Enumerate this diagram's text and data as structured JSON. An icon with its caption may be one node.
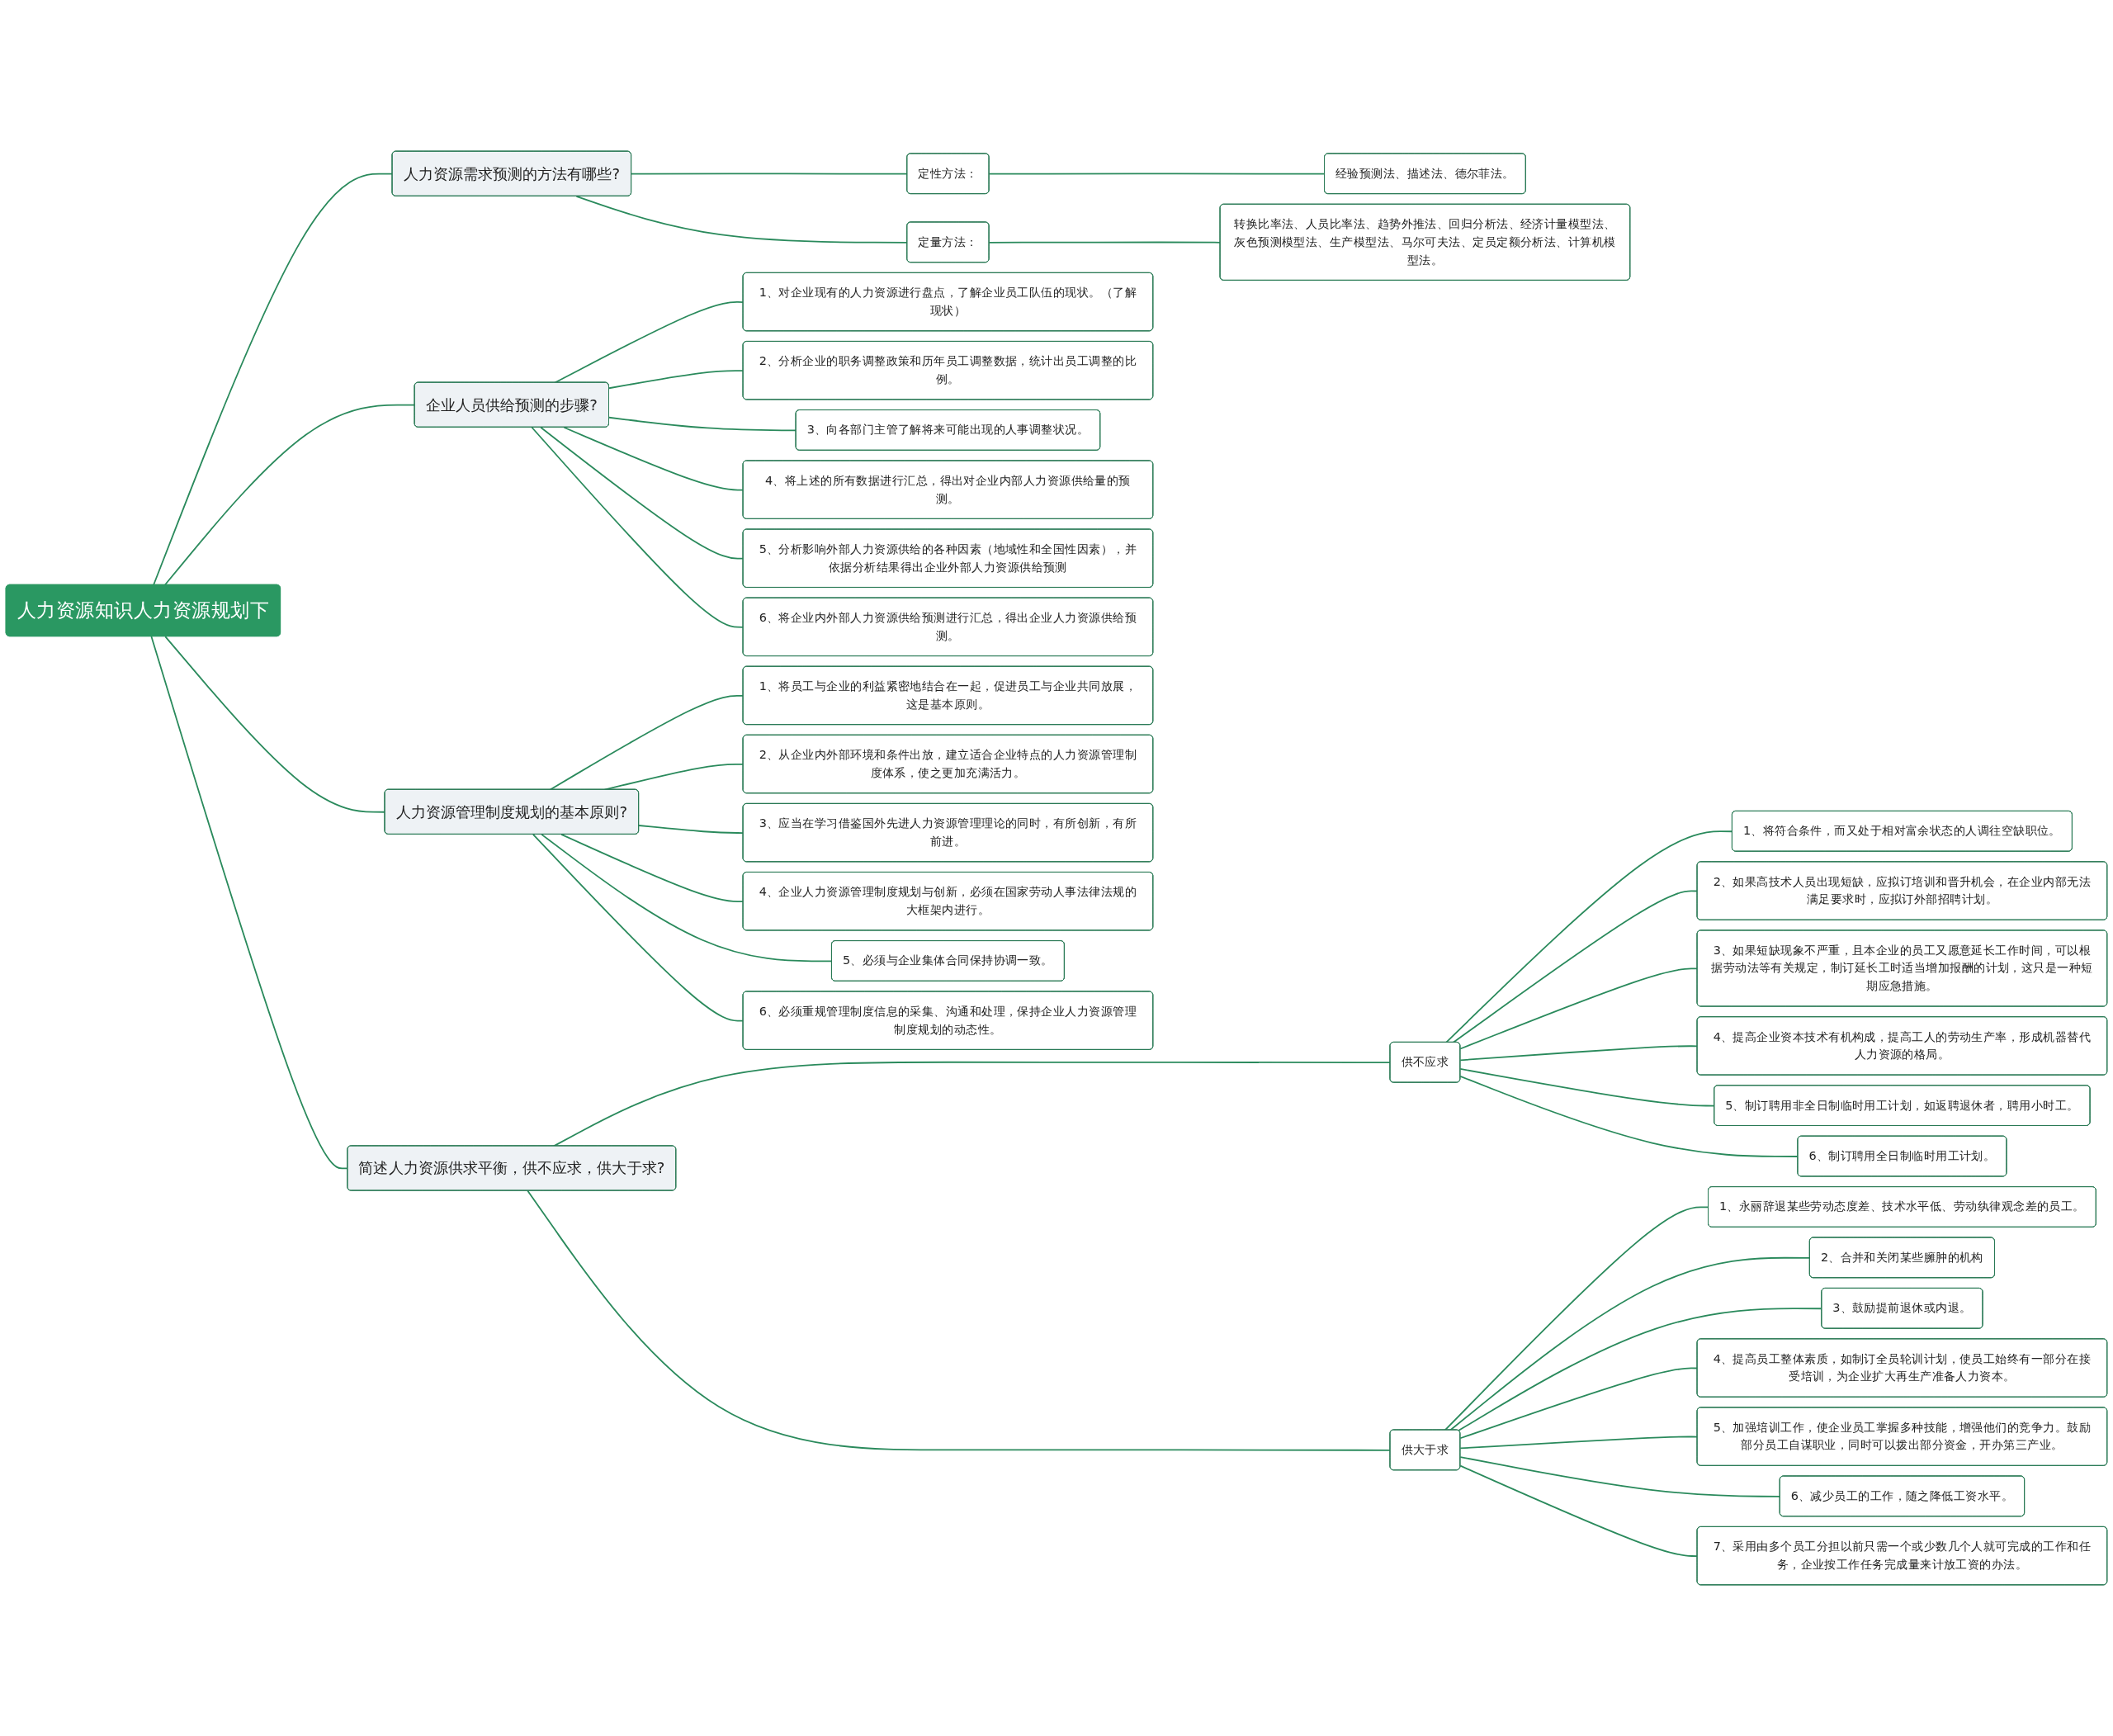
{
  "diagram": {
    "nodes": [
      {
        "text": [
          "人力资源知识人力资源规划下"
        ]
      },
      {
        "text": [
          "人力资源需求预测的方法有哪些?"
        ]
      },
      {
        "text": [
          "定性方法："
        ]
      },
      {
        "text": [
          "经验预测法、描述法、德尔菲法。"
        ]
      },
      {
        "text": [
          "定量方法："
        ]
      },
      {
        "text": [
          "转换比率法、人员比率法、趋势外推法、回归分析法、经济计量模型法、灰色预测模型法、生产模型法、马尔可夫法、定员定额分析法、计算机模型法。"
        ]
      },
      {
        "text": [
          "企业人员供给预测的步骤?"
        ]
      },
      {
        "text": [
          "1、对企业现有的人力资源进行盘点，了解企业员工队伍的现状。（了解现状）"
        ]
      },
      {
        "text": [
          "2、分析企业的职务调整政策和历年员工调整数据，统计出员工调整的比例。"
        ]
      },
      {
        "text": [
          "3、向各部门主管了解将来可能出现的人事调整状况。"
        ]
      },
      {
        "text": [
          "4、将上述的所有数据进行汇总，得出对企业内部人力资源供给量的预测。"
        ]
      },
      {
        "text": [
          "5、分析影响外部人力资源供给的各种因素（地域性和全国性因素），并依据分析结果得出企业外部人力资源供给预测"
        ]
      },
      {
        "text": [
          "6、将企业内外部人力资源供给预测进行汇总，得出企业人力资源供给预测。"
        ]
      },
      {
        "text": [
          "简述人力资源供求平衡，供不应求，供大于求?"
        ]
      },
      {
        "text": [
          "供不应求"
        ]
      },
      {
        "text": [
          "1、将符合条件，而又处于相对富余状态的人调往空缺职位。"
        ]
      },
      {
        "text": [
          "2、如果高技术人员出现短缺，应拟订培训和晋升机会，在企业内部无法满足要求时，应拟订外部招聘计划。"
        ]
      },
      {
        "text": [
          "3、如果短缺现象不严重，且本企业的员工又愿意延长工作时间，可以根据劳动法等有关规定，制订延长工时适当增加报酬的计划，这只是一种短期应急措施。"
        ]
      },
      {
        "text": [
          "4、提高企业资本技术有机构成，提高工人的劳动生产率，形成机器替代人力资源的格局。"
        ]
      },
      {
        "text": [
          "5、制订聘用非全日制临时用工计划，如返聘退休者，聘用小时工。"
        ]
      },
      {
        "text": [
          "6、制订聘用全日制临时用工计划。"
        ]
      },
      {
        "text": [
          "供大于求"
        ]
      },
      {
        "text": [
          "1、永丽辞退某些劳动态度差、技术水平低、劳动纨律观念差的员工。"
        ]
      },
      {
        "text": [
          "2、合并和关闭某些臃肿的机构"
        ]
      },
      {
        "text": [
          "3、鼓励提前退休或内退。"
        ]
      },
      {
        "text": [
          "4、提高员工整体素质，如制订全员轮训计划，使员工始终有一部分在接受培训，为企业扩大再生产准备人力资本。"
        ]
      },
      {
        "text": [
          "5、加强培训工作，使企业员工掌握多种技能，增强他们的竞争力。鼓励部分员工自谋职业，同时可以拨出部分资金，开办第三产业。"
        ]
      },
      {
        "text": [
          "6、减少员工的工作，随之降低工资水平。"
        ]
      },
      {
        "text": [
          "7、采用由多个员工分担以前只需一个或少数几个人就可完成的工作和任务，企业按工作任务完成量来计放工资的办法。"
        ]
      },
      {
        "text": [
          "人力资源管理制度规划的基本原则?"
        ]
      },
      {
        "text": [
          "1、将员工与企业的利益紧密地结合在一起，促进员工与企业共同放展，这是基本原则。"
        ]
      },
      {
        "text": [
          "2、从企业内外部环境和条件出放，建立适合企业特点的人力资源管理制度体系，使之更加充满活力。"
        ]
      },
      {
        "text": [
          "3、应当在学习借鉴国外先进人力资源管理理论的同时，有所创新，有所前进。"
        ]
      },
      {
        "text": [
          "4、企业人力资源管理制度规划与创新，必须在国家劳动人事法律法规的大框架内进行。"
        ]
      },
      {
        "text": [
          "5、必须与企业集体合同保持协调一致。"
        ]
      },
      {
        "text": [
          "6、必须重规管理制度信息的采集、沟通和处理，保持企业人力资源管理制度规划的动态性。"
        ]
      }
    ],
    "edges": [
      {
        "from": 0,
        "to": 1,
        "arrow": "none"
      },
      {
        "from": 1,
        "to": 2,
        "arrow": "none"
      },
      {
        "from": 2,
        "to": 3,
        "arrow": "none"
      },
      {
        "from": 1,
        "to": 4,
        "arrow": "none"
      },
      {
        "from": 4,
        "to": 5,
        "arrow": "none"
      },
      {
        "from": 0,
        "to": 6,
        "arrow": "none"
      },
      {
        "from": 6,
        "to": 7,
        "arrow": "none"
      },
      {
        "from": 6,
        "to": 8,
        "arrow": "none"
      },
      {
        "from": 6,
        "to": 9,
        "arrow": "none"
      },
      {
        "from": 6,
        "to": 10,
        "arrow": "none"
      },
      {
        "from": 6,
        "to": 11,
        "arrow": "none"
      },
      {
        "from": 6,
        "to": 12,
        "arrow": "none"
      },
      {
        "from": 0,
        "to": 13,
        "arrow": "none"
      },
      {
        "from": 13,
        "to": 14,
        "arrow": "none"
      },
      {
        "from": 14,
        "to": 15,
        "arrow": "none"
      },
      {
        "from": 14,
        "to": 16,
        "arrow": "none"
      },
      {
        "from": 14,
        "to": 17,
        "arrow": "none"
      },
      {
        "from": 14,
        "to": 18,
        "arrow": "none"
      },
      {
        "from": 14,
        "to": 19,
        "arrow": "none"
      },
      {
        "from": 14,
        "to": 20,
        "arrow": "none"
      },
      {
        "from": 13,
        "to": 21,
        "arrow": "none"
      },
      {
        "from": 21,
        "to": 22,
        "arrow": "none"
      },
      {
        "from": 21,
        "to": 23,
        "arrow": "none"
      },
      {
        "from": 21,
        "to": 24,
        "arrow": "none"
      },
      {
        "from": 21,
        "to": 25,
        "arrow": "none"
      },
      {
        "from": 21,
        "to": 26,
        "arrow": "none"
      },
      {
        "from": 21,
        "to": 27,
        "arrow": "none"
      },
      {
        "from": 21,
        "to": 28,
        "arrow": "none"
      },
      {
        "from": 0,
        "to": 29,
        "arrow": "none"
      },
      {
        "from": 29,
        "to": 30,
        "arrow": "none"
      },
      {
        "from": 29,
        "to": 31,
        "arrow": "none"
      },
      {
        "from": 29,
        "to": 32,
        "arrow": "none"
      },
      {
        "from": 29,
        "to": 33,
        "arrow": "none"
      },
      {
        "from": 29,
        "to": 34,
        "arrow": "none"
      },
      {
        "from": 29,
        "to": 35,
        "arrow": "none"
      }
    ]
  }
}
